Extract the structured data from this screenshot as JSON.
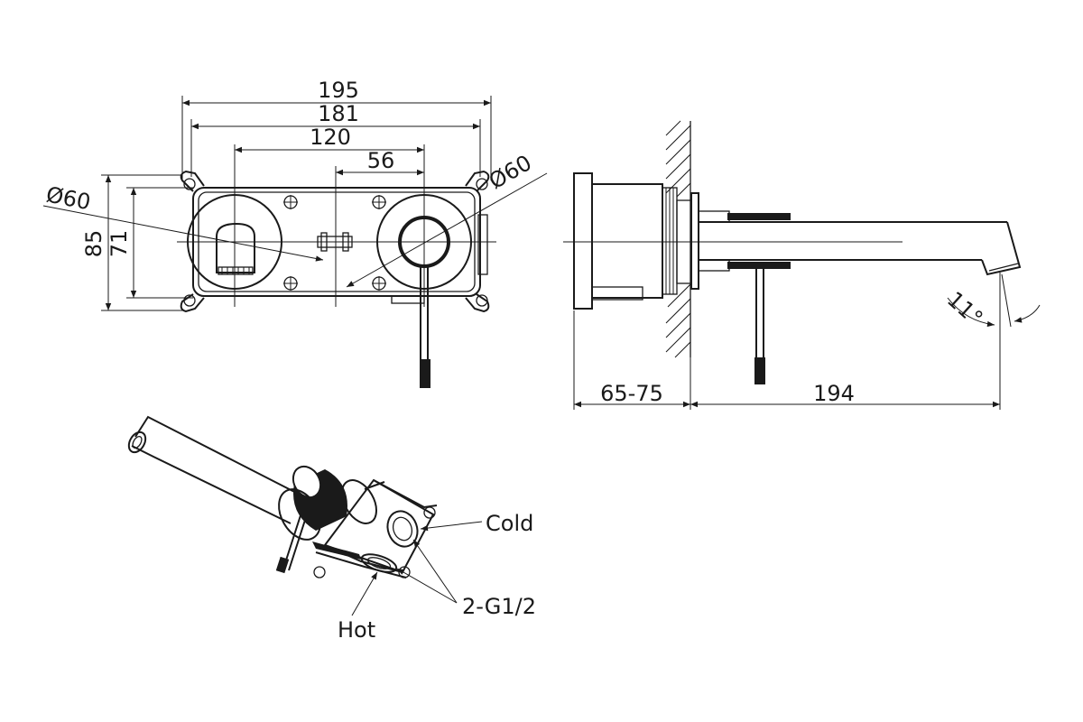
{
  "dimensions": {
    "width_195": "195",
    "width_181": "181",
    "width_120": "120",
    "width_56": "56",
    "height_85": "85",
    "height_71": "71",
    "dia_left": "Ø60",
    "dia_right": "Ø60",
    "wall_depth": "65-75",
    "spout_length": "194",
    "spout_angle": "11°"
  },
  "callouts": {
    "cold": "Cold",
    "hot": "Hot",
    "thread": "2-G1/2"
  },
  "colors": {
    "line": "#1a1a1a",
    "background": "#ffffff"
  }
}
